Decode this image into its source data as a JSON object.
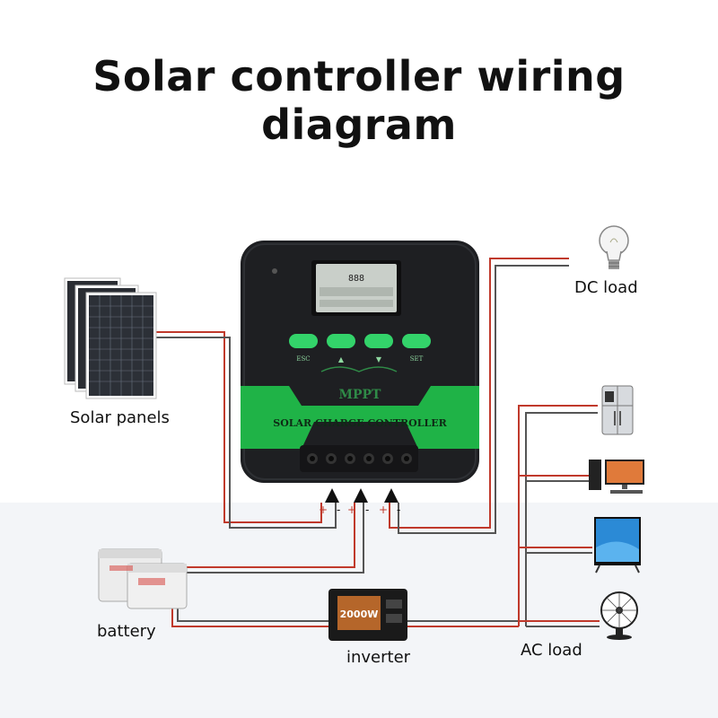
{
  "title": "Solar controller wiring diagram",
  "controller": {
    "brand": "MPPT",
    "name": "SOLAR CHARGE CONTROLLER",
    "buttons": [
      "ESC",
      "▲",
      "▼",
      "SET"
    ],
    "lcd_readout": "888"
  },
  "labels": {
    "solar_panels": "Solar panels",
    "dc_load": "DC load",
    "battery": "battery",
    "inverter": "inverter",
    "ac_load": "AC load"
  },
  "terminals": [
    "+",
    "-",
    "+",
    "-",
    "+",
    "-"
  ],
  "inverter_rating": "2000W",
  "colors": {
    "controller_body": "#1e1f22",
    "controller_green": "#1fb347",
    "button_green": "#33d36a",
    "wire_red": "#c0392b",
    "wire_dark": "#555555",
    "lcd": "#c9cfc9"
  }
}
